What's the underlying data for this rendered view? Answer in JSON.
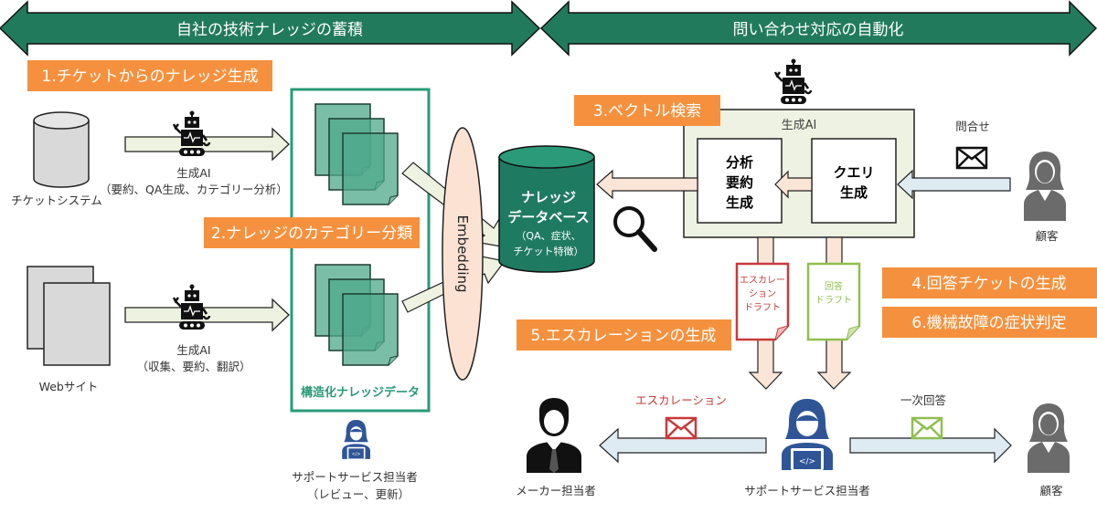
{
  "colors": {
    "banner": "#217a5c",
    "step_label": "#f5913e",
    "knowledge_green": "#2a9a78",
    "escalation_red": "#c83a3a",
    "answer_green": "#8fbf4f"
  },
  "banners": {
    "left": "自社の技術ナレッジの蓄積",
    "right": "問い合わせ対応の自動化"
  },
  "steps": {
    "s1": "1.チケットからのナレッジ生成",
    "s2": "2.ナレッジのカテゴリー分類",
    "s3": "3.ベクトル検索",
    "s4": "4.回答チケットの生成",
    "s5": "5.エスカレーションの生成",
    "s6": "6.機械故障の症状判定"
  },
  "sources": {
    "ticket_system": "チケットシステム",
    "website": "Webサイト",
    "gen_ai_1": "生成AI",
    "gen_ai_1_desc": "（要約、QA生成、カテゴリー分析）",
    "gen_ai_2": "生成AI",
    "gen_ai_2_desc": "（収集、要約、翻訳）"
  },
  "structured": {
    "title": "構造化ナレッジデータ",
    "embedding": "Embedding"
  },
  "reviewer": {
    "name": "サポートサービス担当者",
    "desc": "（レビュー、更新）"
  },
  "database": {
    "line1": "ナレッジ",
    "line2": "データベース",
    "line3": "（QA、症状、",
    "line4": "チケット特徴）"
  },
  "gen_ai_box": {
    "title": "生成AI",
    "analysis": [
      "分析",
      "要約",
      "生成"
    ],
    "query": [
      "クエリ",
      "生成"
    ]
  },
  "inquiry": {
    "label": "問合せ",
    "customer": "顧客"
  },
  "drafts": {
    "escalation": [
      "エスカレー",
      "ション",
      "ドラフト"
    ],
    "answer": [
      "回答",
      "ドラフト"
    ]
  },
  "bottom": {
    "maker": "メーカー担当者",
    "escalation": "エスカレーション",
    "support": "サポートサービス担当者",
    "first_answer": "一次回答",
    "customer": "顧客"
  }
}
